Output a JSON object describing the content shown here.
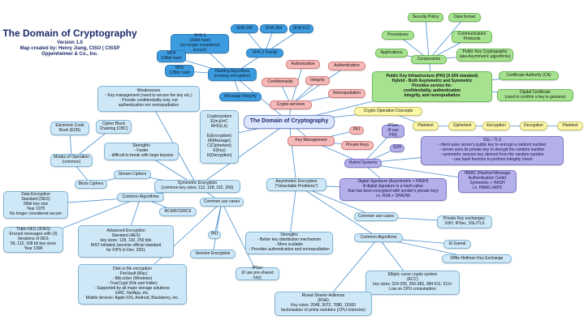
{
  "title": "The Domain of Cryptography",
  "version": "Version 1.0",
  "credit": "Map created by: Henry Jiang, CISO | CISSP",
  "company": "Oppenheimer & Co., Inc.",
  "nodes": {
    "center": "The Domain of Cryptography",
    "sha256": "SHA-256",
    "sha384": "SHA-384",
    "sha512": "SHA-512",
    "sha1": "SHA-1\n160bit hash\n(no longer considered secure)",
    "sha2": "SHA-2 Family",
    "md4": "MD4\n128bit hash",
    "md5": "MD5\n128bit hash",
    "hashing": "Hashing Algorithms\n(oneway encryption)",
    "message_integrity": "Message Integrity",
    "authorization": "Authorization",
    "authentication": "Authentication",
    "confidentiality": "Confidentiality",
    "integrity": "Integrity",
    "nonrepudiation": "Nonrepudiation",
    "crypto_services": "Crypto services",
    "security_policy": "Security Policy",
    "data_format": "Data format",
    "procedures": "Procedures",
    "comm_protocols": "Communication\nProtocols",
    "applications": "Applications",
    "components": "Components",
    "pkc": "Public Key Cryptography\n(aka Asymmetric algorithms)",
    "pki": "Public Key Infrastructure (PKI) (X.509 standard)\nHybrid - Both Asymmetric and Symmetric\nProvides service for:\nconfidentiality, authentication\nintegrity, and nonrepudiation",
    "ca": "Certificate Authority (CA)",
    "digital_cert": "Digital Certificate\n(used to confirm a key is genuine)",
    "crypto_ops": "Crypto Operation Concepts",
    "plaintext1": "Plaintext",
    "ciphertext": "Ciphertext",
    "encryption": "Encryption",
    "decryption": "Decryption",
    "plaintext2": "Plaintext",
    "pki_small": "PKI",
    "key_management": "Key Management",
    "private_keys": "Private Keys",
    "ipsec_pki": "IPSec\n(if use PKI)",
    "ssh": "SSH",
    "hybrid": "Hybrid Systems",
    "ssl": "SSL / TLS\n- client uses server's public key to encrypt a random number\n- server uses its private key to decrypt the random number\n- symmetric session key derived from the random number\n- use hash function to perform integrity check",
    "hmac": "HMAC (Hashed Message\nAuthentication Code)\nSymmetric + HASH\ni.e. HMAC+MD5",
    "digital_sig": "Digital Signature  (Asymmetric + HASH)\nA digital signature is a hash value\nthat has been encrypted with sender's private key)\ni.e. RSA + SHA256",
    "weaknesses": "Weaknesses\n- Key management (need to secure the key etc.)\n- Provide confidentiality only, not\nauthentication nor nonrepudiation",
    "cryptosystem": "Cryptosystem\nE(m,k)=C\nM=D(c,k)\n\nE(Encryption)\nM(Message)\nC(Ciphertext)\nK(Key)\nD(Decryption)",
    "ecb": "Electronic Code\nBook (ECB)",
    "cbc": "Cipher Block\nChaining (CBC)",
    "modes": "Modes of Operation\n(common)",
    "strengths_sym": "Strengths\n- Faster\n- difficult to break with large keysize",
    "stream": "Stream Ciphers",
    "block": "Block Ciphers",
    "symmetric": "Symmetric Encryption\n(common key sizes: 112, 128, 192, 256)",
    "asymmetric": "Asymmetric Encryption\n(\"Intractable Problems\")",
    "des": "Data Encryption\nStandard (DES)\n56bit key size\nYear 1975\nNo longer considered secure",
    "common_alg_sym": "Common Algorithms",
    "rc": "RC4/RC5/RC6",
    "common_use_sym": "Common use cases",
    "tdes": "Triple-DES (3DES)\nEncrypt messages with (3)\niterations of DES\n56, 112, 168 bit key sizes\nYear 1998",
    "aes": "Advanced Encryption\nStandard (AES)\nkey sizes: 128, 192, 256 bits\nNIST initiated, become official standard\nfor FIPS in Dec. 2001",
    "pki_sym": "PKI",
    "session_enc": "Session Encryption",
    "strengths_asym": "Strengths\n- Better key distribution mechanism\n- More scalable\n- Provides authentication and nonrepudiation",
    "ipsec_psk": "IPSec\n(if use pre-shared key)",
    "disk": "Disk or file encryption\n- FireVault (Mac)\n- BitLocker (Windows)\n- TrueCrypt (File and folder)\n- Supported by all major storage solutions:\nEMC, NetApp, etc.\nMobile devices: Apple iOS, Android, Blackberry, etc.",
    "common_use_asym": "Common use cases",
    "private_key_ex": "Private Key exchanges:\nSSH, IPSec, SSL/TLS",
    "common_alg_asym": "Common Algorithms",
    "elgamal": "El Gamal",
    "dh": "Diffie-Hellman Key Exchange",
    "ecc": "Elliptic curve crypto system\n(ECC)\nkey sizes: 224-255, 256-383, 384-511, 512+\nLow on CPU consumption",
    "rsa": "Rivest-Shamir-Adleman\n(RSA)\nKey sizes: 2048, 3072, 7680, 15360\nfactorization of prime numbers (CPU intensive)"
  },
  "colors": {
    "light_blue": "#cfe8f7",
    "medium_blue": "#3d9ce0",
    "pink": "#f6b9b9",
    "green": "#a6e28f",
    "yellow": "#fbf6a8",
    "purple": "#b4b0ea",
    "title": "#1c2a6b"
  }
}
